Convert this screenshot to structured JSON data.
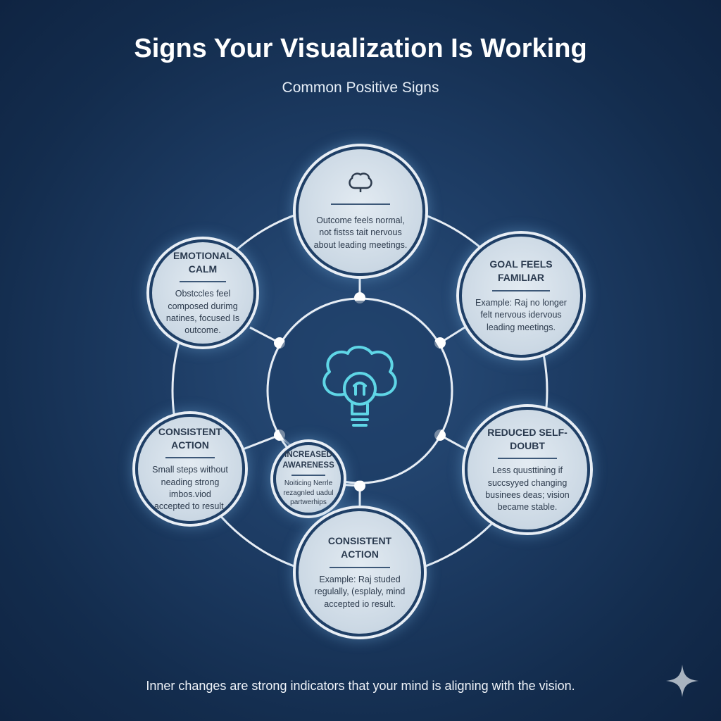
{
  "header": {
    "title": "Signs Your Visualization Is Working",
    "subtitle": "Common Positive Signs"
  },
  "center": {
    "icon": "brain-lightbulb-icon",
    "color": "#5fd6e6"
  },
  "nodes": {
    "top": {
      "icon": "brain-icon",
      "text": "Outcome feels normal, not fistss tait nervous about leading meetings."
    },
    "emotional_calm": {
      "title": "EMOTIONAL CALM",
      "text": "Obstccles feel composed durimg natines, focused Is outcome."
    },
    "goal_familiar": {
      "title": "GOAL FEELS FAMILIAR",
      "text": "Example: Raj no longer felt nervous idervous leading meetings."
    },
    "consistent_left": {
      "title": "CONSISTENT ACTION",
      "text": "Small steps without neading strong imbos.viod accepted to result."
    },
    "increased_awareness": {
      "title": "INCREASED AWARENESS",
      "text": "Noiticing Nerrle rezagnled uadul partwerhips"
    },
    "reduced_doubt": {
      "title": "REDUCED SELF-DOUBT",
      "text": "Less quusttining if succsyyed changing businees deas; vision became stable."
    },
    "consistent_bottom": {
      "title": "CONSISTENT ACTION",
      "text": "Example: Raj studed regulally, (esplaly, mind accepted io result."
    }
  },
  "footer": {
    "text": "Inner changes are strong indicators that your mind is aligning with the vision."
  },
  "colors": {
    "accent": "#5fd6e6",
    "background": "#1d3c64"
  }
}
